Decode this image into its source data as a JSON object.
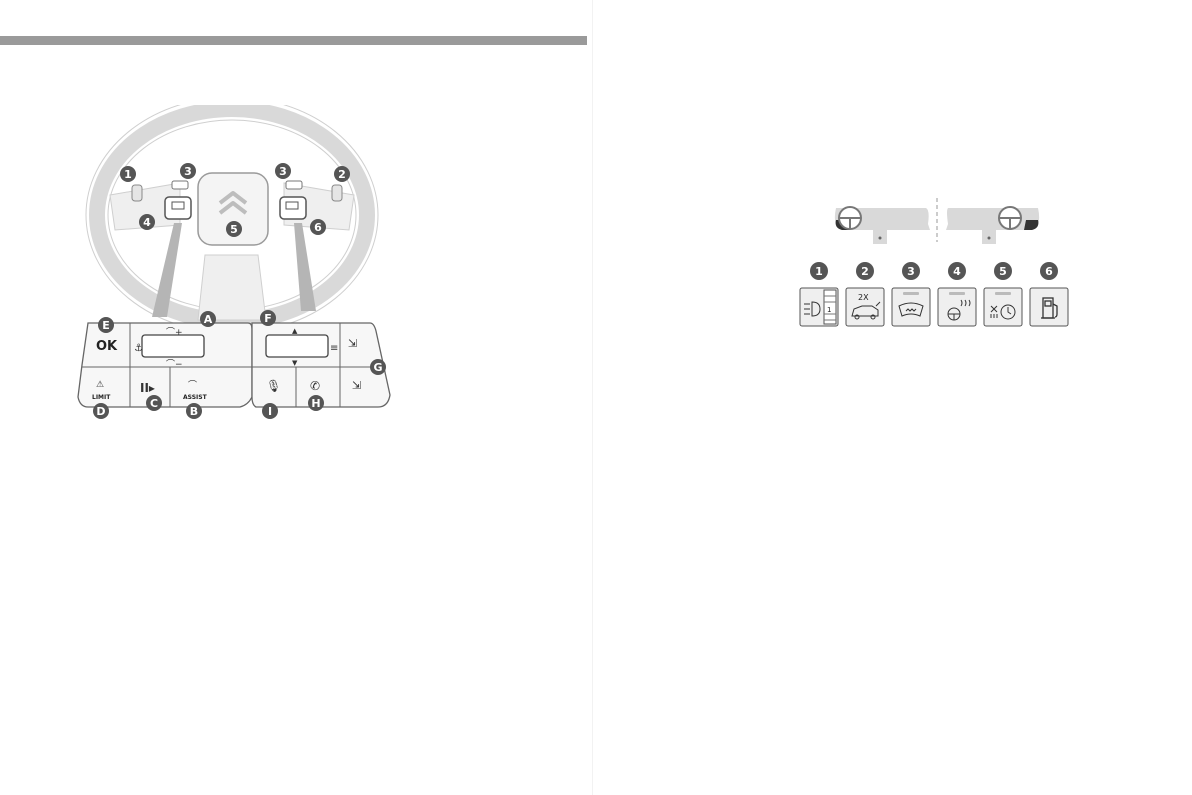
{
  "wheel": {
    "callouts": [
      "1",
      "2",
      "3",
      "3",
      "4",
      "5",
      "6"
    ],
    "left_pad": {
      "callouts": [
        "A",
        "B",
        "C",
        "D",
        "E"
      ],
      "ok_label": "OK",
      "limit_label": "LIMIT",
      "assist_label": "ASSIST"
    },
    "right_pad": {
      "callouts": [
        "F",
        "G",
        "H",
        "I"
      ]
    }
  },
  "panel": {
    "callouts": [
      "1",
      "2",
      "3",
      "4",
      "5",
      "6"
    ],
    "icons": [
      "headlamp-height-icon",
      "boot-unlock-icon",
      "windscreen-defrost-icon",
      "heated-wheel-icon",
      "programmable-heating-icon",
      "fuel-flap-icon"
    ],
    "boot_label": "2X",
    "lamp_level": "1"
  }
}
